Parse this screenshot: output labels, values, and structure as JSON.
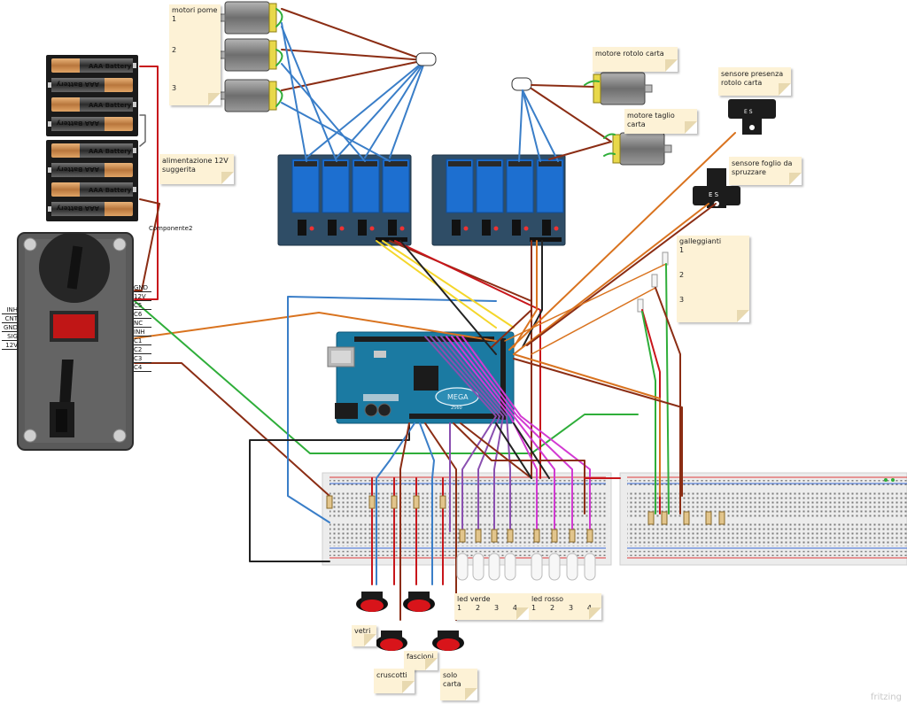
{
  "notes": {
    "motori_pome": {
      "title": "motori pome",
      "n1": "1",
      "n2": "2",
      "n3": "3"
    },
    "alimentazione": "alimentazione 12V suggerita",
    "componente2": "Componente2",
    "motore_rotolo": "motore rotolo carta",
    "motore_taglio": "motore taglio carta",
    "sensore_presenza": "sensore presenza rotolo carta",
    "sensore_foglio": "sensore foglio da spruzzare",
    "galleggianti": {
      "title": "galleggianti",
      "n1": "1",
      "n2": "2",
      "n3": "3"
    },
    "led_verde": {
      "title": "led verde",
      "n1": "1",
      "n2": "2",
      "n3": "3",
      "n4": "4"
    },
    "led_rosso": {
      "title": "led rosso",
      "n1": "1",
      "n2": "2",
      "n3": "3",
      "n4": "4"
    },
    "vetri": "vetri",
    "fascioni": "fascioni",
    "cruscotti": "cruscotti",
    "solo_carta": "solo carta"
  },
  "battery_label": "AAA Battery",
  "coin_acceptor": {
    "left_pins": [
      "INH",
      "CNT",
      "GND",
      "SIG",
      "12V"
    ],
    "right_pins": [
      "GND",
      "12V",
      "C5",
      "C6",
      "NC",
      "INH",
      "C1",
      "C2",
      "C3",
      "C4"
    ]
  },
  "arduino": {
    "brand": "MEGA",
    "sub": "2560"
  },
  "fritzing": "fritzing",
  "colors": {
    "wire_blue": "#3a7ec8",
    "wire_brown": "#8b2d14",
    "wire_green": "#2fae3a",
    "wire_orange": "#d9731f",
    "wire_magenta": "#d23ad2",
    "wire_purple": "#8a4fb0",
    "wire_red": "#c8161b",
    "wire_yellow": "#f4d62a",
    "relay_board": "#2f4d66",
    "arduino": "#1b7aa2"
  }
}
